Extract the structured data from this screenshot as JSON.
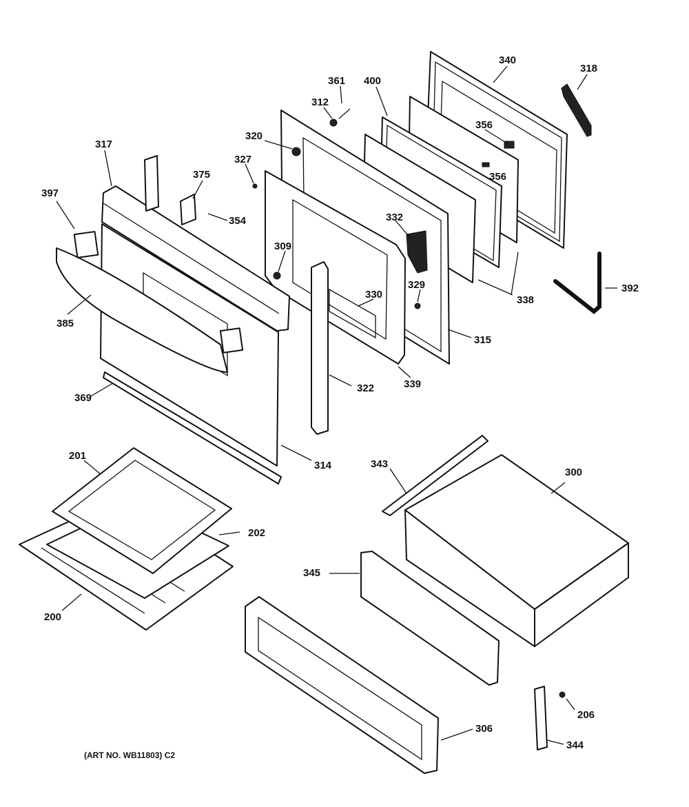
{
  "caption": "(ART NO. WB11803) C2",
  "callouts": {
    "c340": "340",
    "c318": "318",
    "c361": "361",
    "c400": "400",
    "c312": "312",
    "c356a": "356",
    "c356b": "356",
    "c320": "320",
    "c317": "317",
    "c327": "327",
    "c375": "375",
    "c397": "397",
    "c354": "354",
    "c332": "332",
    "c309": "309",
    "c392": "392",
    "c329": "329",
    "c338": "338",
    "c330": "330",
    "c385": "385",
    "c315": "315",
    "c339": "339",
    "c322": "322",
    "c369": "369",
    "c314": "314",
    "c343": "343",
    "c300": "300",
    "c201": "201",
    "c202": "202",
    "c345": "345",
    "c200": "200",
    "c206": "206",
    "c306": "306",
    "c344": "344"
  }
}
